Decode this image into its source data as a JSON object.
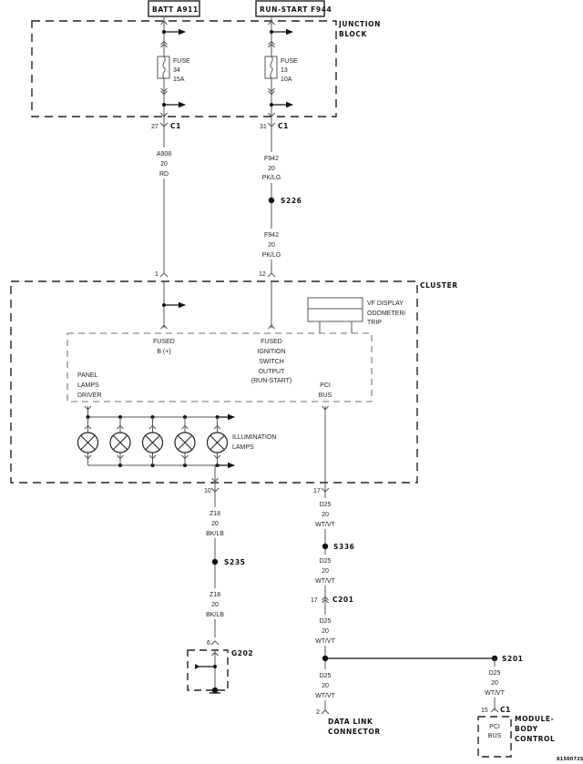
{
  "title_id": "8150072S",
  "sources": [
    {
      "label": "BATT A911"
    },
    {
      "label": "RUN-START F944"
    }
  ],
  "junction_block": {
    "label_line1": "JUNCTION",
    "label_line2": "BLOCK",
    "fuses": [
      {
        "label": "FUSE",
        "number": "34",
        "rating": "15A"
      },
      {
        "label": "FUSE",
        "number": "13",
        "rating": "10A"
      }
    ],
    "connectors": [
      {
        "pin": "27",
        "name": "C1"
      },
      {
        "pin": "31",
        "name": "C1"
      }
    ]
  },
  "wires": {
    "a908": {
      "circuit": "A908",
      "gauge": "20",
      "color": "RD"
    },
    "f942_upper": {
      "circuit": "F942",
      "gauge": "20",
      "color": "PK/LG"
    },
    "f942_lower": {
      "circuit": "F942",
      "gauge": "20",
      "color": "PK/LG"
    },
    "z18_upper": {
      "circuit": "Z18",
      "gauge": "20",
      "color": "BK/LB"
    },
    "z18_lower": {
      "circuit": "Z18",
      "gauge": "20",
      "color": "BK/LB"
    },
    "d25_1": {
      "circuit": "D25",
      "gauge": "20",
      "color": "WT/VT"
    },
    "d25_2": {
      "circuit": "D25",
      "gauge": "20",
      "color": "WT/VT"
    },
    "d25_3": {
      "circuit": "D25",
      "gauge": "20",
      "color": "WT/VT"
    },
    "d25_4": {
      "circuit": "D25",
      "gauge": "20",
      "color": "WT/VT"
    },
    "d25_5": {
      "circuit": "D25",
      "gauge": "20",
      "color": "WT/VT"
    }
  },
  "splices": {
    "s226": "S226",
    "s235": "S235",
    "s336": "S336",
    "s201": "S201"
  },
  "cluster": {
    "label": "CLUSTER",
    "pins": {
      "p1": "1",
      "p12": "12",
      "p10": "10",
      "p17": "17"
    },
    "vf_display": [
      "VF DISPLAY",
      "ODOMETER/",
      "TRIP"
    ],
    "fused_b": [
      "FUSED",
      "B (+)"
    ],
    "fused_ign": [
      "FUSED",
      "IGNITION",
      "SWITCH",
      "OUTPUT",
      "(RUN-START)"
    ],
    "panel_lamps": [
      "PANEL",
      "LAMPS",
      "DRIVER"
    ],
    "pci_bus": [
      "PCI",
      "BUS"
    ],
    "illumination": [
      "ILLUMINATION",
      "LAMPS"
    ],
    "lamp_count": 5
  },
  "c201": {
    "pin": "17",
    "name": "C201"
  },
  "ground": {
    "pin": "6",
    "name": "G202"
  },
  "data_link": {
    "pin": "2",
    "label": [
      "DATA LINK",
      "CONNECTOR"
    ]
  },
  "body_control": {
    "pin": "15",
    "connector": "C1",
    "inner": [
      "PCI",
      "BUS"
    ],
    "label": [
      "MODULE-",
      "BODY",
      "CONTROL"
    ]
  }
}
